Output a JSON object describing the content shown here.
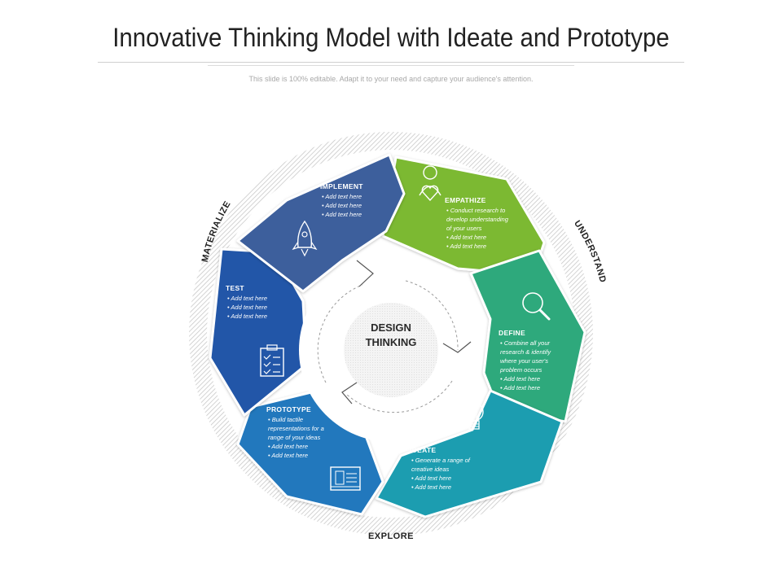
{
  "title": "Innovative Thinking Model with Ideate and Prototype",
  "subtitle": "This slide is 100% editable. Adapt it to your need and capture your audience's attention.",
  "center": {
    "line1": "DESIGN",
    "line2": "THINKING"
  },
  "ring_labels": {
    "understand": "UNDERSTAND",
    "explore": "EXPLORE",
    "materialize": "MATERIALIZE"
  },
  "colors": {
    "empathize": "#7cb932",
    "define": "#2ea97c",
    "ideate": "#1e9db0",
    "prototype": "#2478bd",
    "test": "#2156a8",
    "implement": "#3e5f9c"
  },
  "segments": {
    "empathize": {
      "icon": "person-heart-icon",
      "title": "EMPATHIZE",
      "items": [
        "Conduct research to",
        "develop understanding",
        "of your users",
        "Add text here",
        "Add text here"
      ]
    },
    "define": {
      "icon": "magnifier-icon",
      "title": "DEFINE",
      "items": [
        "Combine all your",
        "research & identify",
        "where your user's",
        "problem occurs",
        "Add text here",
        "Add text here"
      ]
    },
    "ideate": {
      "icon": "lightbulb-icon",
      "title": "IDEATE",
      "items": [
        "Generate a range of",
        "creative ideas",
        "Add text here",
        "Add text here"
      ]
    },
    "prototype": {
      "icon": "blueprint-icon",
      "title": "PROTOTYPE",
      "items": [
        "Build tactile",
        "representations for a",
        "range of your ideas",
        "Add text here",
        "Add text here"
      ]
    },
    "test": {
      "icon": "clipboard-checklist-icon",
      "title": "TEST",
      "items": [
        "Add text here",
        "Add text here",
        "Add text here"
      ]
    },
    "implement": {
      "icon": "rocket-icon",
      "title": "IMPLEMENT",
      "items": [
        "Add text here",
        "Add text here",
        "Add text here"
      ]
    }
  }
}
